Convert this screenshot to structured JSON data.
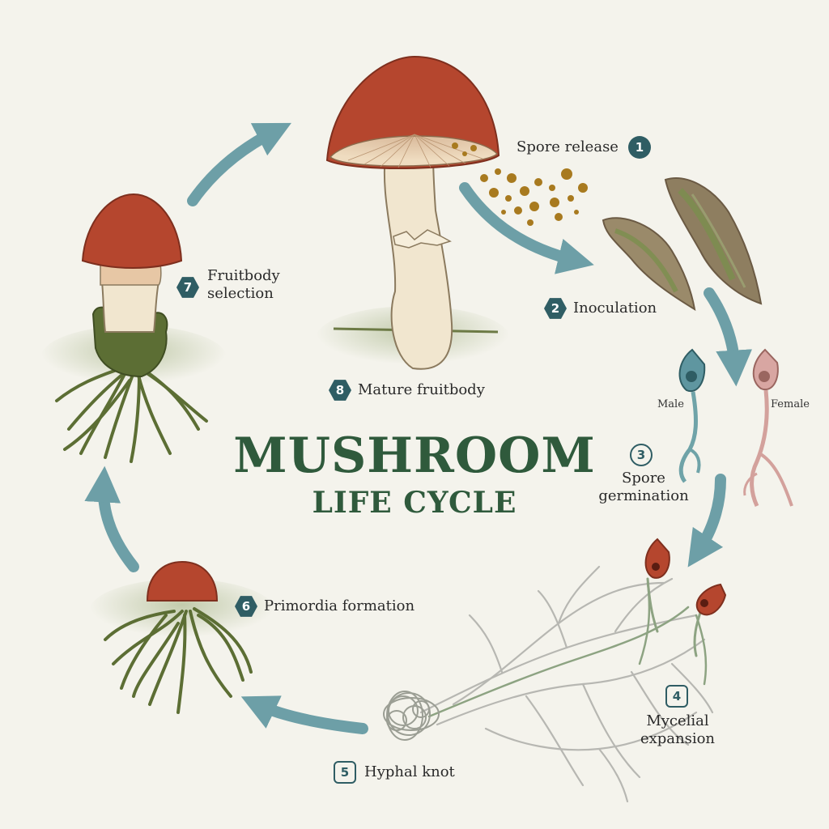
{
  "title": {
    "main": "MUSHROOM",
    "sub": "LIFE CYCLE"
  },
  "stages": [
    {
      "number": "1",
      "label": "Spore release"
    },
    {
      "number": "2",
      "label": "Inoculation"
    },
    {
      "number": "3",
      "label_line1": "Spore",
      "label_line2": "germination"
    },
    {
      "number": "4",
      "label_line1": "Mycelial",
      "label_line2": "expansion"
    },
    {
      "number": "5",
      "label": "Hyphal knot"
    },
    {
      "number": "6",
      "label": "Primordia formation"
    },
    {
      "number": "7",
      "label_line1": "Fruitbody",
      "label_line2": "selection"
    },
    {
      "number": "8",
      "label": "Mature fruitbody"
    }
  ],
  "spore_types": {
    "male": "Male",
    "female": "Female"
  },
  "colors": {
    "cap": "#b5462e",
    "stem": "#f1e6cf",
    "arrow": "#5f96a0",
    "badge": "#2f5d64",
    "title": "#2f5a3c",
    "moss": "#5c6e34",
    "background": "#f4f3ec"
  }
}
